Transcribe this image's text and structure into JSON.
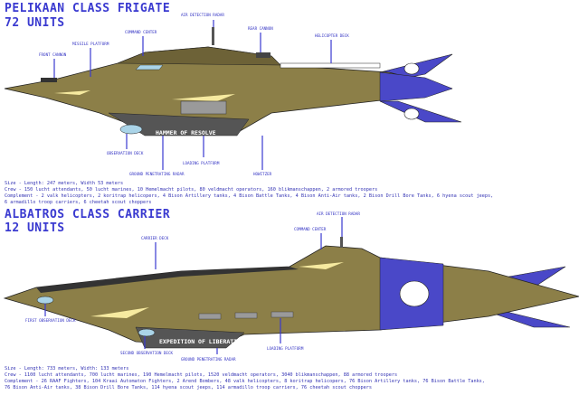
{
  "frigate": {
    "title": "PELIKAAN CLASS FRIGATE",
    "units": "72 UNITS",
    "ship_name": "HAMMER OF RESOLVE",
    "labels": {
      "air_detection_radar": "AIR DETECTION RADAR",
      "command_center": "COMMAND CENTER",
      "rear_cannon": "REAR CANNON",
      "helicopter_deck": "HELICOPTER DECK",
      "missile_platform": "MISSILE PLATFORM",
      "front_cannon": "FRONT CANNON",
      "observation_deck": "OBSERVATION DECK",
      "ground_penetrating_radar": "GROUND PENETRATING RADAR",
      "loading_platform": "LOADING PLATFORM",
      "howitzer": "HOWITZER"
    },
    "specs": {
      "size": "Size - Length: 247 meters, Width 53 meters",
      "crew": "Crew - 150 lucht attendants, 50 lucht marines, 10 Hemelmacht pilots, 80 veldmacht operators, 160 blikmanschappen, 2 armored troopers",
      "complement_1": "Complement - 2 valk helicopters, 2 koritrap helicopers, 4 Bison Artillery tanks, 4 Bison Battle Tanks, 4 Bison Anti-Air tanks, 2 Bison Drill Bore Tanks, 6 hyena scout jeeps,",
      "complement_2": "6 armadillo troop carriers, 6 cheetah scout choppers"
    }
  },
  "carrier": {
    "title": "ALBATROS CLASS CARRIER",
    "units": "12 UNITS",
    "ship_name": "EXPEDITION OF LIBERATION",
    "labels": {
      "air_detection_radar": "AIR DETECTION RADAR",
      "command_center": "COMMAND CENTER",
      "carrier_deck": "CARRIER DECK",
      "first_observation_deck": "FIRST OBSERVATION DECK",
      "second_observation_deck": "SECOND OBSERVATION DECK",
      "ground_penetrating_radar": "GROUND PENETRATING RADAR",
      "loading_platform": "LOADING PLATFORM"
    },
    "specs": {
      "size": "Size - Length: 733 meters, Width: 133 meters",
      "crew": "Crew - 1100 lucht attendants, 700 lucht marines, 190 Hemelmacht pilots, 1520 veldmacht operators, 3040 blikmanschappen, 88 armored troopers",
      "complement_1": "Complement - 26 RAAF Fighters, 104 Kraai Automaton Fighters, 2 Arend Bombers, 48 valk helicopters, 8 koritrap helicopers, 76 Bison Artillery tanks, 76 Bison Battle Tanks,",
      "complement_2": "76 Bison Anti-Air tanks, 38 Bison Drill Bore Tanks, 114 hyena scout jeeps, 114 armadillo troop carriers, 76 cheetah scout choppers"
    }
  },
  "colors": {
    "hull": "#8c7f48",
    "tail": "#4a48c8",
    "text": "#3434c4"
  }
}
